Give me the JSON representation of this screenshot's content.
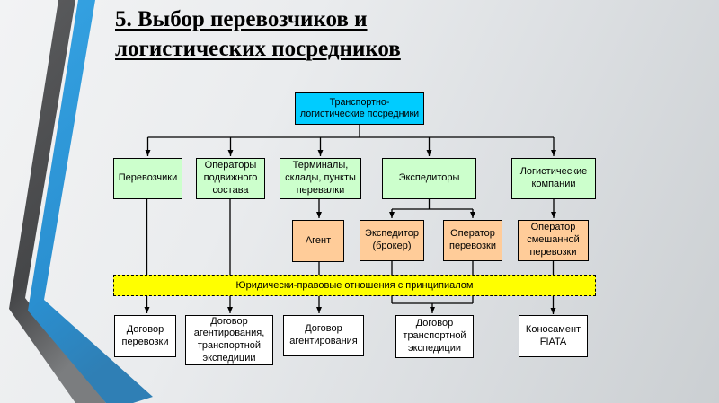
{
  "slide": {
    "title": "5. Выбор перевозчиков и логистических посредников"
  },
  "diagram": {
    "root": {
      "label": "Транспортно-\nлогистические посредники"
    },
    "level2": [
      {
        "label": "Перевозчики"
      },
      {
        "label": "Операторы\nподвижного\nсостава"
      },
      {
        "label": "Терминалы,\nсклады, пункты\nперевалки"
      },
      {
        "label": "Экспедиторы"
      },
      {
        "label": "Логистические\nкомпании"
      }
    ],
    "level3": [
      {
        "label": "Агент"
      },
      {
        "label": "Экспедитор\n(брокер)"
      },
      {
        "label": "Оператор\nперевозки"
      },
      {
        "label": "Оператор\nсмешанной\nперевозки"
      }
    ],
    "banner": {
      "label": "Юридически-правовые отношения с принципиалом"
    },
    "level4": [
      {
        "label": "Договор\nперевозки"
      },
      {
        "label": "Договор\nагентирования,\nтранспортной\nэкспедиции"
      },
      {
        "label": "Договор\nагентирования"
      },
      {
        "label": "Договор\nтранспортной\nэкспедиции"
      },
      {
        "label": "Коносамент\nFIATA"
      }
    ],
    "colors": {
      "root_fill": "#00ccff",
      "level2_fill": "#ccffcc",
      "level3_fill": "#ffcc99",
      "banner_fill": "#ffff00",
      "level4_fill": "#ffffff",
      "accent_blue": "#2e9cde",
      "accent_gray": "#545658"
    }
  }
}
